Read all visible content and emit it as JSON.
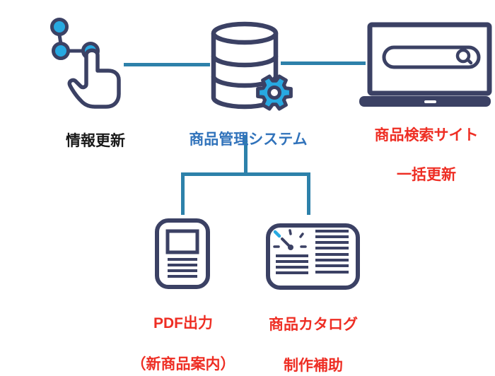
{
  "diagram": {
    "title": "product-management-system-flow",
    "colors": {
      "outline_navy": "#3b4164",
      "accent_cyan": "#27a9e1",
      "connector_teal": "#2d81aa",
      "label_blue": "#3173bb",
      "label_red": "#ee2e24",
      "label_black": "#1a1a1a",
      "background": "#ffffff"
    },
    "nodes": {
      "update": {
        "icon": "tap-network-icon",
        "label": "情報更新"
      },
      "system": {
        "icon": "database-gear-icon",
        "label": "商品管理システム"
      },
      "search_site": {
        "icon": "laptop-search-icon",
        "line1": "商品検索サイト",
        "line2": "一括更新"
      },
      "pdf_output": {
        "icon": "pdf-document-icon",
        "line1": "PDF出力",
        "line2": "（新商品案内）"
      },
      "catalog": {
        "icon": "catalog-gauge-icon",
        "line1": "商品カタログ",
        "line2": "制作補助"
      }
    },
    "connections": [
      "update — system",
      "system — search_site",
      "system — pdf_output",
      "system — catalog"
    ]
  }
}
